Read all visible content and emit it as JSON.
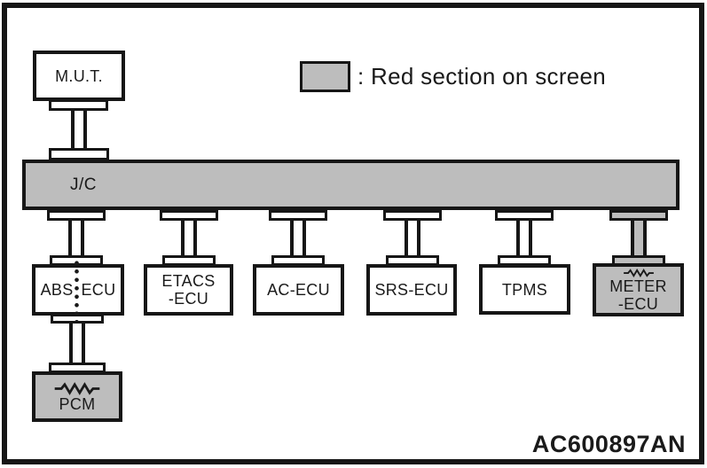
{
  "legend": {
    "text": ": Red section on screen"
  },
  "figure_code": "AC600897AN",
  "nodes": {
    "tester": "M.U.T.",
    "bus": "J/C",
    "abs_left": "ABS",
    "abs_right": "ECU",
    "etacs": [
      "ETACS",
      "-ECU"
    ],
    "ac": "AC-ECU",
    "srs": "SRS-ECU",
    "tpms": "TPMS",
    "meter": [
      "METER",
      "-ECU"
    ],
    "pcm": "PCM"
  },
  "colors": {
    "highlight": "#bdbdbd",
    "ink": "#1a1a1a"
  }
}
